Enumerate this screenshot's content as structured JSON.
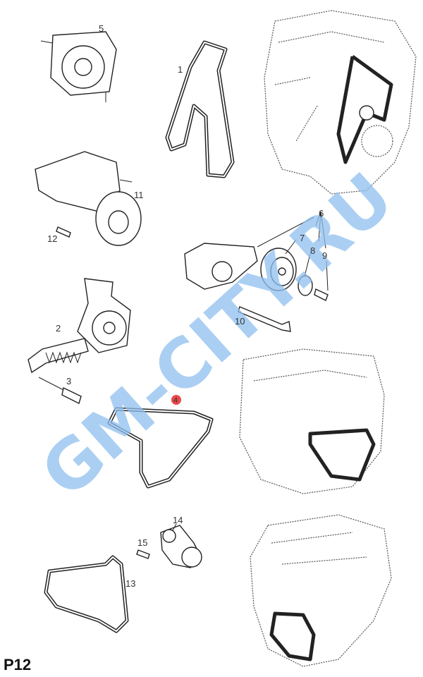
{
  "diagram": {
    "code": "P12",
    "watermark": "GM-CITY.RU",
    "highlight_color": "#e84a4a",
    "watermark_color": "#8fc0ef",
    "callouts": [
      "1",
      "2",
      "3",
      "4",
      "5",
      "6",
      "7",
      "8",
      "9",
      "10",
      "11",
      "12",
      "13",
      "14",
      "15"
    ],
    "highlighted_callout": "4"
  }
}
